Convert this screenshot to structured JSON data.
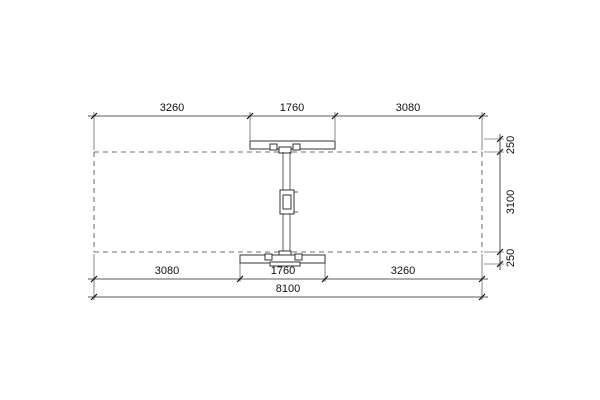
{
  "dimensions": {
    "top": [
      "3260",
      "1760",
      "3080"
    ],
    "bottom": [
      "3080",
      "1760",
      "3260"
    ],
    "overall": "8100",
    "right": [
      "250",
      "3100",
      "250"
    ]
  }
}
